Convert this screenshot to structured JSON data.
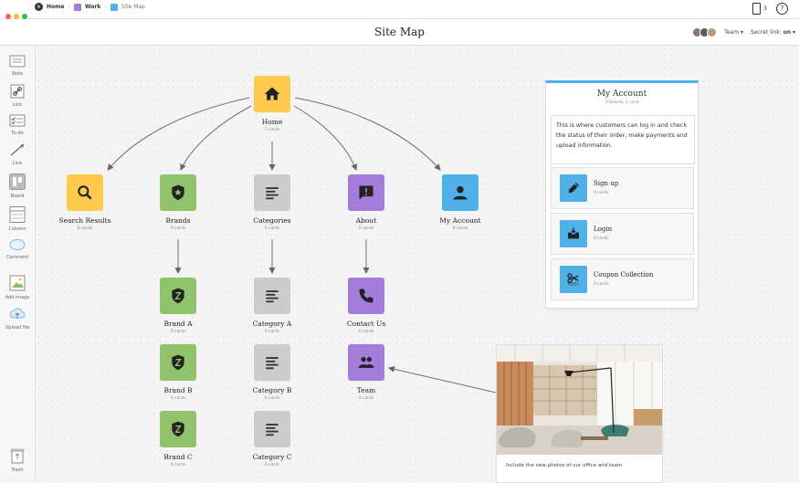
{
  "topbar": {
    "breadcrumb": [
      {
        "label": "Home",
        "color": "#333333"
      },
      {
        "label": "Work",
        "color": "#a47ddc"
      },
      {
        "label": "Site Map",
        "color": "#4fb1e7"
      }
    ],
    "device_count": "3",
    "help": "?"
  },
  "header": {
    "title": "Site Map",
    "team_label": "Team",
    "secret_link_label": "Secret link:",
    "secret_link_value": "on"
  },
  "sidebar": {
    "tools": [
      {
        "label": "Note",
        "icon": "note-icon"
      },
      {
        "label": "Link",
        "icon": "link-icon"
      },
      {
        "label": "To-do",
        "icon": "todo-icon"
      },
      {
        "label": "Line",
        "icon": "line-icon"
      },
      {
        "label": "Board",
        "icon": "board-icon"
      },
      {
        "label": "Column",
        "icon": "column-icon"
      },
      {
        "label": "Comment",
        "icon": "comment-icon"
      },
      {
        "label": "Add image",
        "icon": "image-icon"
      },
      {
        "label": "Upload file",
        "icon": "upload-icon"
      }
    ],
    "trash": "Trash"
  },
  "nodes": {
    "home": {
      "name": "Home",
      "sub": "7 cards",
      "icon": "home-icon",
      "color": "#ffca4d"
    },
    "search_results": {
      "name": "Search Results",
      "sub": "0 cards",
      "icon": "search-icon",
      "color": "#ffca4d"
    },
    "brands": {
      "name": "Brands",
      "sub": "0 cards",
      "icon": "badge-icon",
      "color": "#90c36a"
    },
    "categories": {
      "name": "Categories",
      "sub": "0 cards",
      "icon": "text-lines-icon",
      "color": "#cccccc"
    },
    "about": {
      "name": "About",
      "sub": "0 cards",
      "icon": "message-icon",
      "color": "#a47ddc"
    },
    "my_account": {
      "name": "My Account",
      "sub": "0 cards",
      "icon": "user-icon",
      "color": "#4fb1e7"
    },
    "brand_a": {
      "name": "Brand A",
      "sub": "0 cards",
      "icon": "shield-icon",
      "color": "#90c36a"
    },
    "brand_b": {
      "name": "Brand B",
      "sub": "0 cards",
      "icon": "shield-icon",
      "color": "#90c36a"
    },
    "brand_c": {
      "name": "Brand C",
      "sub": "0 cards",
      "icon": "shield-icon",
      "color": "#90c36a"
    },
    "category_a": {
      "name": "Category A",
      "sub": "0 cards",
      "icon": "text-lines-icon",
      "color": "#cccccc"
    },
    "category_b": {
      "name": "Category B",
      "sub": "0 cards",
      "icon": "text-lines-icon",
      "color": "#cccccc"
    },
    "category_c": {
      "name": "Category C",
      "sub": "0 cards",
      "icon": "text-lines-icon",
      "color": "#cccccc"
    },
    "contact_us": {
      "name": "Contact Us",
      "sub": "0 cards",
      "icon": "phone-icon",
      "color": "#a47ddc"
    },
    "team": {
      "name": "Team",
      "sub": "0 cards",
      "icon": "people-icon",
      "color": "#a47ddc"
    }
  },
  "panel": {
    "title": "My Account",
    "sub": "3 boards, 1 card",
    "description": "This is where customers can log in and check the status of their order, make payments and upload information.",
    "items": [
      {
        "name": "Sign up",
        "sub": "0 cards",
        "icon": "pen-icon"
      },
      {
        "name": "Login",
        "sub": "0 cards",
        "icon": "inbox-icon"
      },
      {
        "name": "Coupon Collection",
        "sub": "0 cards",
        "icon": "scissors-icon"
      }
    ]
  },
  "photo_card": {
    "caption": "Include the new photos of our office and team"
  }
}
